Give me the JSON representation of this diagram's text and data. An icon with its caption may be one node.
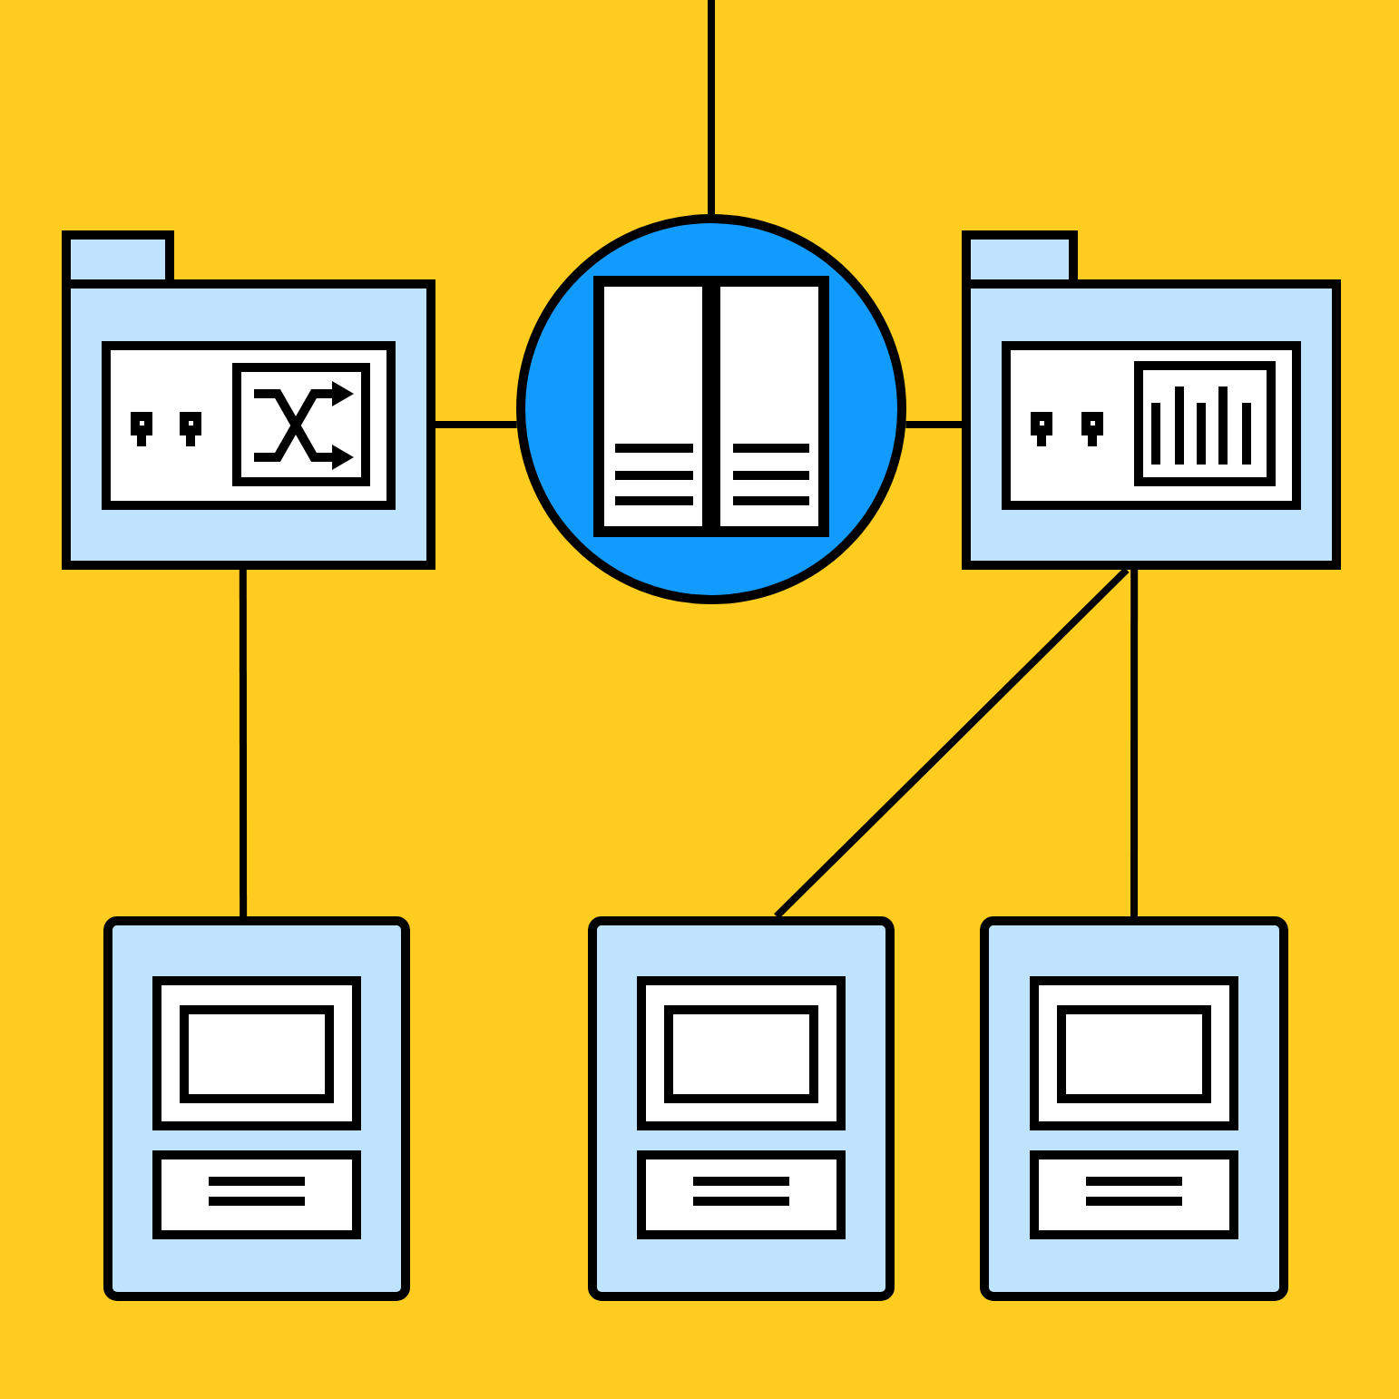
{
  "diagram": {
    "nodes": [
      {
        "text": [],
        "shape": "picture"
      },
      {
        "text": [],
        "shape": "picture"
      },
      {
        "text": [],
        "shape": "picture"
      },
      {
        "text": [],
        "shape": "picture"
      },
      {
        "text": [],
        "shape": "picture"
      },
      {
        "text": [],
        "shape": "picture"
      }
    ],
    "edges": [
      {
        "from": null,
        "to": 1,
        "arrow": "none"
      },
      {
        "from": 0,
        "to": 1,
        "arrow": "none"
      },
      {
        "from": 1,
        "to": 2,
        "arrow": "none"
      },
      {
        "from": 0,
        "to": 3,
        "arrow": "none"
      },
      {
        "from": 2,
        "to": 4,
        "arrow": "none"
      },
      {
        "from": 2,
        "to": 5,
        "arrow": "none"
      }
    ]
  }
}
